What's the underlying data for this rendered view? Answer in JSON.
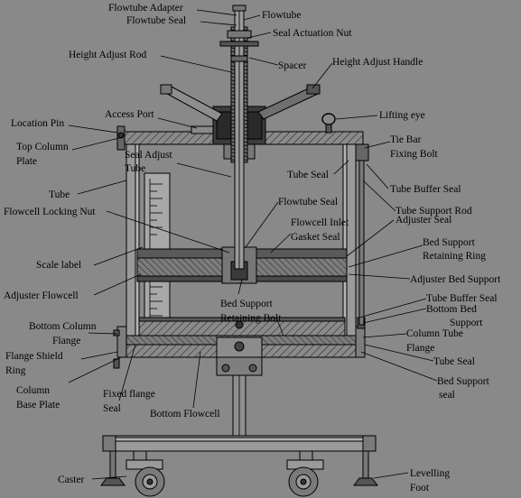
{
  "labels": {
    "flowtube_adapter": "Flowtube Adapter",
    "flowtube_seal": "Flowtube Seal",
    "flowtube": "Flowtube",
    "seal_actuation_nut": "Seal Actuation Nut",
    "height_adjust_rod": "Height Adjust Rod",
    "spacer": "Spacer",
    "height_adjust_handle": "Height Adjust Handle",
    "access_port": "Access Port",
    "lifting_eye": "Lifting eye",
    "location_pin": "Location Pin",
    "tie_bar_fixing_bolt_1": "Tie Bar",
    "tie_bar_fixing_bolt_2": "Fixing Bolt",
    "top_column_plate_1": "Top Column",
    "top_column_plate_2": "Plate",
    "seal_adjust_tube_1": "Seal Adjust",
    "seal_adjust_tube_2": "Tube",
    "tube_seal_top": "Tube Seal",
    "tube_buffer_seal_top": "Tube Buffer Seal",
    "tube": "Tube",
    "flowtube_seal_inner": "Flowtube Seal",
    "tube_support_rod": "Tube Support Rod",
    "flowcell_locking_nut": "Flowcell Locking Nut",
    "flowcell_inlet_gasket_seal_1": "Flowcell Inlet",
    "flowcell_inlet_gasket_seal_2": "Gasket Seal",
    "adjuster_seal": "Adjuster Seal",
    "bed_support_retaining_ring_1": "Bed Support",
    "bed_support_retaining_ring_2": "Retaining Ring",
    "scale_label": "Scale label",
    "adjuster_bed_support": "Adjuster Bed Support",
    "adjuster_flowcell": "Adjuster Flowcell",
    "tube_buffer_seal_bottom": "Tube Buffer Seal",
    "bed_support_retaining_bolt_1": "Bed Support",
    "bed_support_retaining_bolt_2": "Retaining Bolt",
    "bottom_bed_support_1": "Bottom Bed",
    "bottom_bed_support_2": "Support",
    "bottom_column_flange_1": "Bottom Column",
    "bottom_column_flange_2": "Flange",
    "column_tube_flange_1": "Column Tube",
    "column_tube_flange_2": "Flange",
    "flange_shield_ring_1": "Flange Shield",
    "flange_shield_ring_2": "Ring",
    "tube_seal_bottom": "Tube Seal",
    "column_base_plate_1": "Column",
    "column_base_plate_2": "Base Plate",
    "bed_support_seal_1": "Bed Support",
    "bed_support_seal_2": "seal",
    "fixed_flange_seal_1": "Fixed flange",
    "fixed_flange_seal_2": "Seal",
    "bottom_flowcell": "Bottom Flowcell",
    "caster": "Caster",
    "levelling_foot_1": "Levelling",
    "levelling_foot_2": "Foot"
  },
  "colors": {
    "background": "#898989",
    "ink": "#000000",
    "metal": "#9a9a9a",
    "dark_metal": "#3a3a3a"
  }
}
